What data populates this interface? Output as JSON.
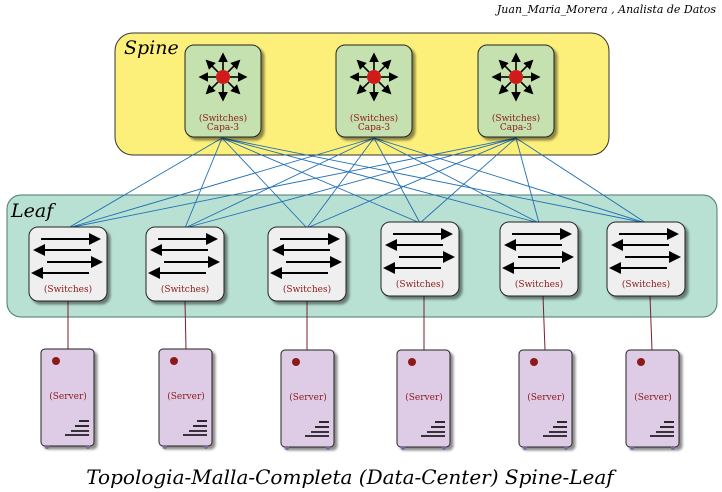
{
  "author": "Juan_Maria_Morera , Analista de Datos",
  "title": "Topologia-Malla-Completa (Data-Center) Spine-Leaf",
  "spine": {
    "label": "Spine",
    "devices": [
      {
        "line1": "(Switches)",
        "line2": "Capa-3"
      },
      {
        "line1": "(Switches)",
        "line2": "Capa-3"
      },
      {
        "line1": "(Switches)",
        "line2": "Capa-3"
      }
    ]
  },
  "leaf": {
    "label": "Leaf",
    "devices": [
      {
        "label": "(Switches)"
      },
      {
        "label": "(Switches)"
      },
      {
        "label": "(Switches)"
      },
      {
        "label": "(Switches)"
      },
      {
        "label": "(Switches)"
      },
      {
        "label": "(Switches)"
      }
    ]
  },
  "servers": [
    {
      "label": "(Server)"
    },
    {
      "label": "(Server)"
    },
    {
      "label": "(Server)"
    },
    {
      "label": "(Server)"
    },
    {
      "label": "(Server)"
    },
    {
      "label": "(Server)"
    }
  ],
  "colors": {
    "spine_zone": "#fdf07a",
    "leaf_zone": "#b9e1d3",
    "spine_switch": "#c5e1b0",
    "leaf_switch": "#efefef",
    "server": "#decbe6",
    "link": "#1f6fb5",
    "server_link": "#7a1f2e",
    "label_red": "#8b1a1a"
  }
}
